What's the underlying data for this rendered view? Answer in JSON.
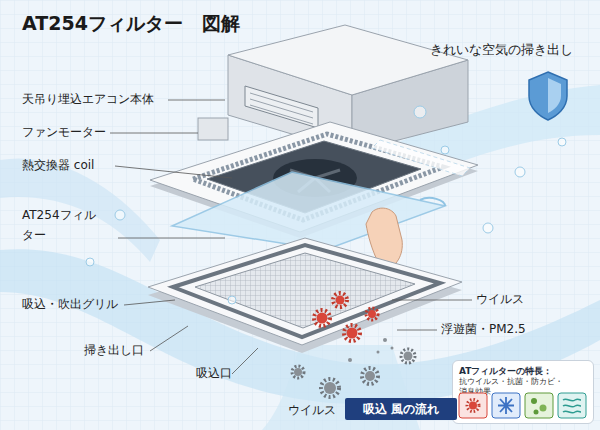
{
  "diagram": {
    "title": "AT254フィルター　図解",
    "nodes": [
      {
        "text": [
          "ATフィルターの特長：",
          "抗ウイルス・抗菌・防カビ・消臭効果"
        ]
      },
      {
        "text": [
          "吸込 風の流れ"
        ]
      }
    ],
    "labels": [
      "きれいな空気の掃き出し",
      "天吊り埋込エアコン本体",
      "ファンモーター",
      "熱交換器 coil",
      "AT254フィル ター",
      "吸込・吹出グリル",
      "ウイルス",
      "浮遊菌・PM2.5",
      "掃き出し口",
      "吸込口",
      "ウイルス"
    ]
  }
}
